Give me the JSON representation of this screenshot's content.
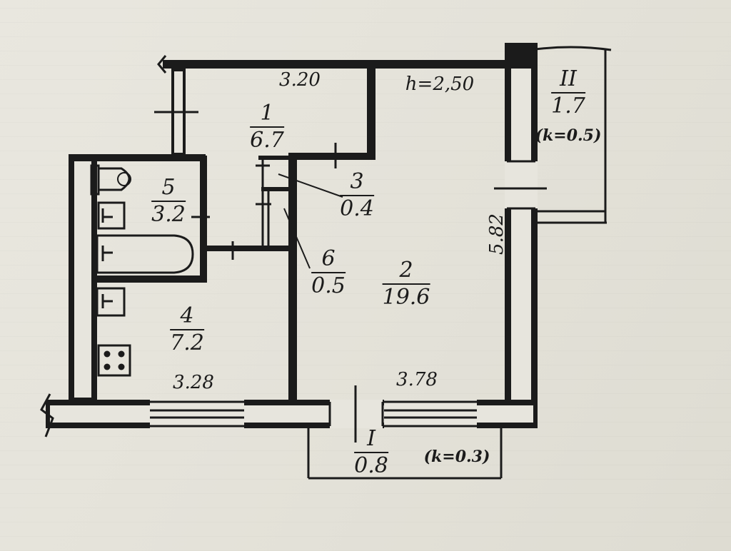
{
  "plan": {
    "ceiling_height": "h=2,50",
    "dimensions": {
      "corridor_width": "3.20",
      "room_depth": "5.82",
      "kitchen_width": "3.28",
      "room_width": "3.78"
    },
    "rooms": [
      {
        "number": "1",
        "area": "6.7"
      },
      {
        "number": "2",
        "area": "19.6"
      },
      {
        "number": "3",
        "area": "0.4"
      },
      {
        "number": "4",
        "area": "7.2"
      },
      {
        "number": "5",
        "area": "3.2"
      },
      {
        "number": "6",
        "area": "0.5"
      }
    ],
    "balconies": [
      {
        "number": "I",
        "area": "0.8",
        "coefficient": "(k=0.3)"
      },
      {
        "number": "II",
        "area": "1.7",
        "coefficient": "(k=0.5)"
      }
    ]
  }
}
